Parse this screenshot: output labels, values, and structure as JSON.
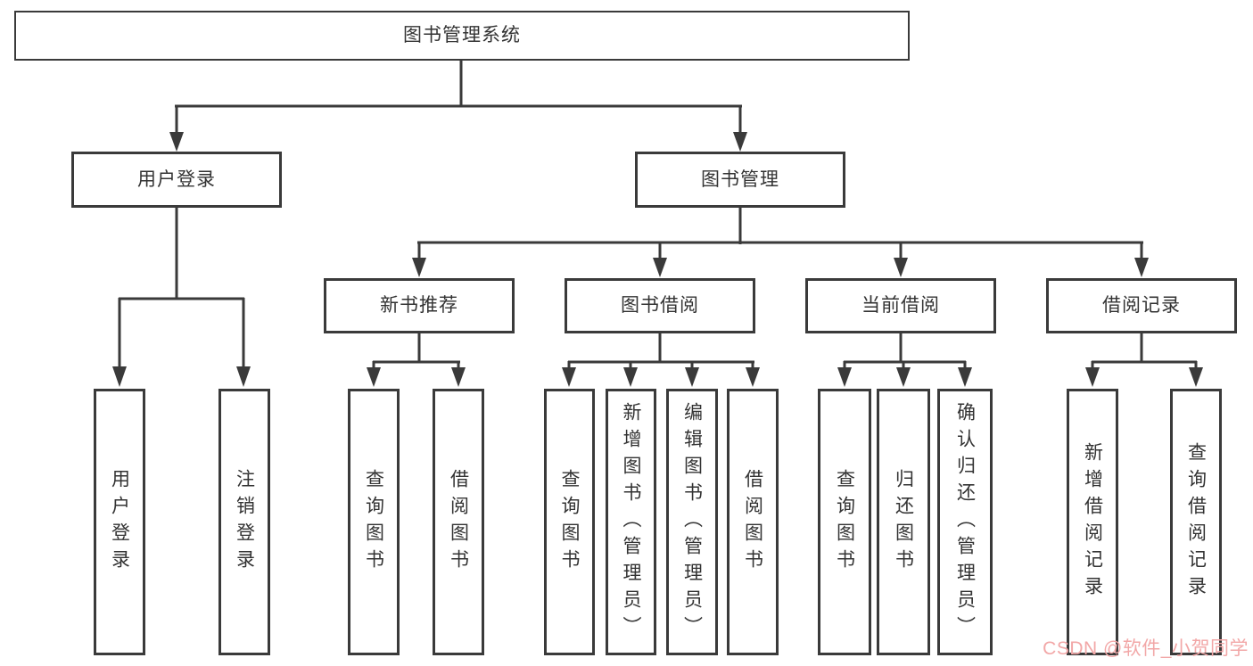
{
  "diagram": {
    "root": {
      "label": "图书管理系统"
    },
    "branches": [
      {
        "label": "用户登录",
        "children": [
          {
            "label": "用户登录"
          },
          {
            "label": "注销登录"
          }
        ]
      },
      {
        "label": "图书管理",
        "children": [
          {
            "label": "新书推荐",
            "children": [
              {
                "label": "查询图书"
              },
              {
                "label": "借阅图书"
              }
            ]
          },
          {
            "label": "图书借阅",
            "children": [
              {
                "label": "查询图书"
              },
              {
                "label": "新增图书（管理员）"
              },
              {
                "label": "编辑图书（管理员）"
              },
              {
                "label": "借阅图书"
              }
            ]
          },
          {
            "label": "当前借阅",
            "children": [
              {
                "label": "查询图书"
              },
              {
                "label": "归还图书"
              },
              {
                "label": "确认归还（管理员）"
              }
            ]
          },
          {
            "label": "借阅记录",
            "children": [
              {
                "label": "新增借阅记录"
              },
              {
                "label": "查询借阅记录"
              }
            ]
          }
        ]
      }
    ]
  },
  "watermark": {
    "text": "CSDN @软件_小贺同学"
  },
  "colors": {
    "line": "#3a3a3a",
    "text": "#333333",
    "background": "#ffffff",
    "watermark": "#f2a7a7"
  }
}
